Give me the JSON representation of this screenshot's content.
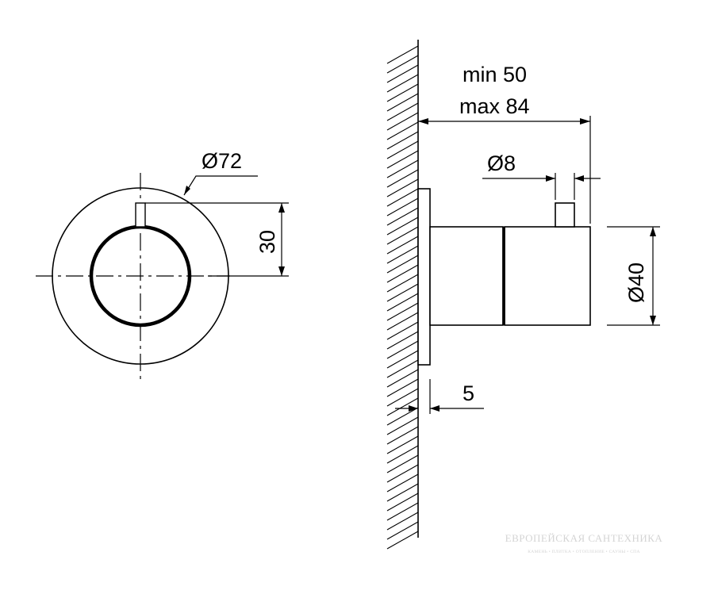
{
  "front_view": {
    "outer_diameter_label": "Ø72",
    "offset_label": "30"
  },
  "side_view": {
    "depth_min_label": "min 50",
    "depth_max_label": "max 84",
    "pin_diameter_label": "Ø8",
    "body_diameter_label": "Ø40",
    "flange_thickness_label": "5"
  },
  "watermark": {
    "title": "ЕВРОПЕЙСКАЯ САНТЕХНИКА",
    "subtitle": "КАМЕНЬ • ПЛИТКА • ОТОПЛЕНИЕ • САУНЫ • СПА"
  }
}
